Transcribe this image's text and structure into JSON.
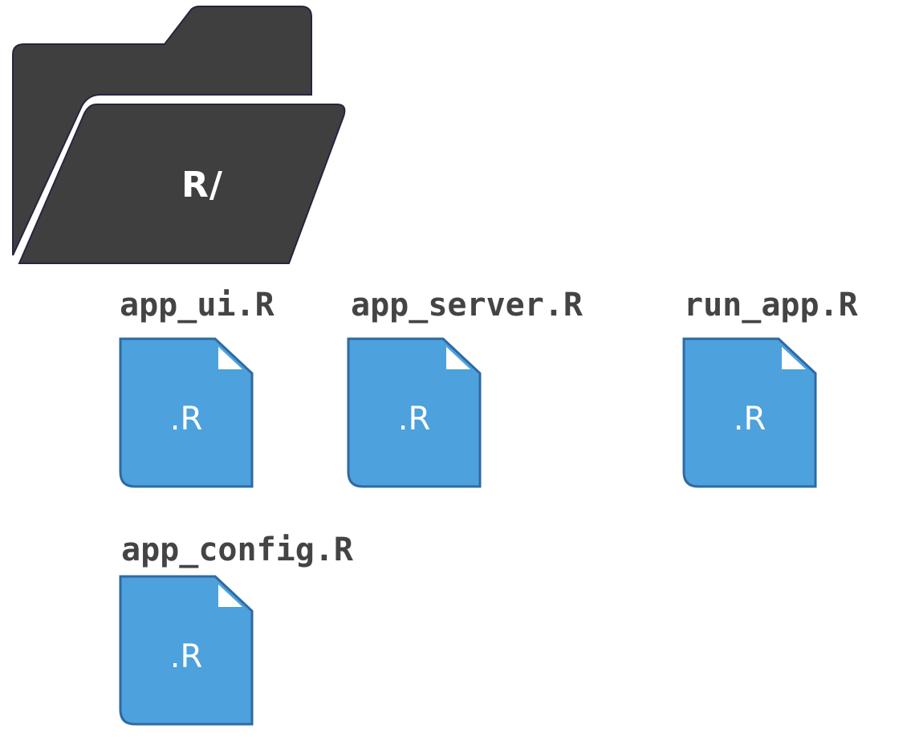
{
  "folder": {
    "label": "R/",
    "icon": "folder-open-icon",
    "color": "#3f3f3f"
  },
  "files": [
    {
      "name": "app_ui.R",
      "ext": ".R",
      "icon": "r-file-icon"
    },
    {
      "name": "app_server.R",
      "ext": ".R",
      "icon": "r-file-icon"
    },
    {
      "name": "run_app.R",
      "ext": ".R",
      "icon": "r-file-icon"
    },
    {
      "name": "app_config.R",
      "ext": ".R",
      "icon": "r-file-icon"
    }
  ],
  "colors": {
    "file_fill": "#4da1dd",
    "file_stroke": "#2e6aa3",
    "text": "#444444"
  }
}
